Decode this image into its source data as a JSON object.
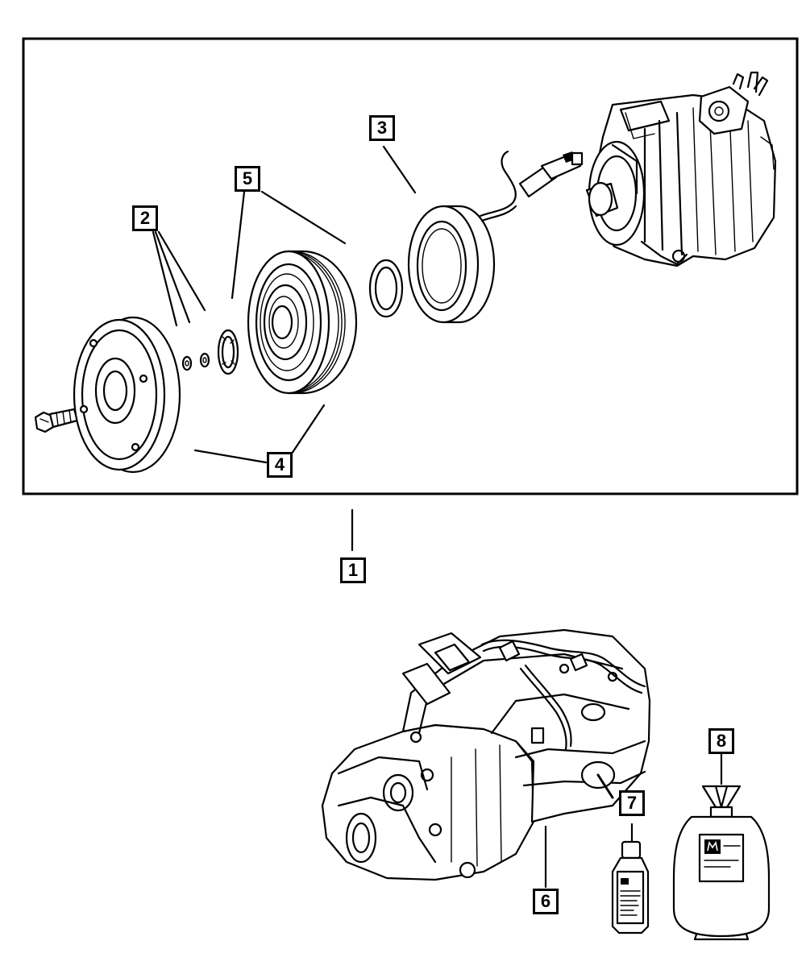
{
  "callouts": {
    "c1": "1",
    "c2": "2",
    "c3": "3",
    "c4": "4",
    "c5": "5",
    "c6": "6",
    "c7": "7",
    "c8": "8"
  },
  "colors": {
    "ink": "#000000",
    "paper": "#ffffff"
  }
}
